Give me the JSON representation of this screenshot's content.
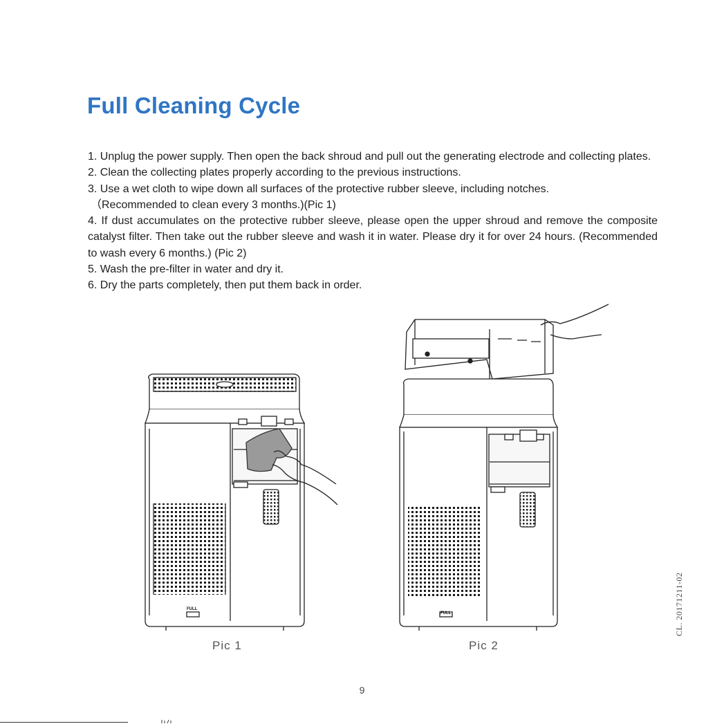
{
  "page": {
    "title": "Full Cleaning Cycle",
    "steps": [
      "1. Unplug the power supply. Then open the back shroud and pull out the generating electrode and collecting plates.",
      "2. Clean the collecting plates properly according to the previous instructions.",
      "3. Use a wet cloth to wipe down all surfaces of the protective rubber sleeve, including notches.",
      "（Recommended to clean every 3 months.)(Pic 1)",
      "4. If dust accumulates on the protective rubber sleeve, please open the upper shroud and remove the composite catalyst filter. Then take out the rubber sleeve and wash it in water. Please dry it for over 24 hours. (Recommended to wash every 6 months.) (Pic 2)",
      "5. Wash the pre-filter in water and dry it.",
      "6. Dry the parts completely, then put them back in order."
    ],
    "pic1_caption": "Pic 1",
    "pic2_caption": "Pic 2",
    "device_label": "FULL",
    "page_number": "9",
    "side_code": "CL. 20171211-02"
  }
}
